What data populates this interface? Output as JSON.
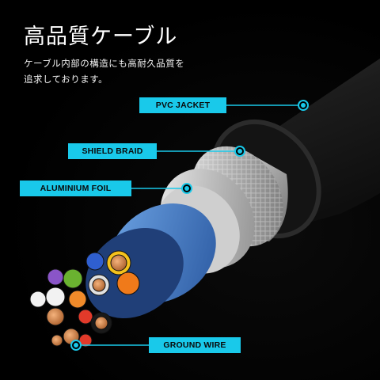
{
  "heading": {
    "title": "高品質ケーブル",
    "description_line1": "ケーブル内部の構造にも高耐久品質を",
    "description_line2": "追求しております。"
  },
  "labels": {
    "pvc_jacket": "PVC JACKET",
    "shield_braid": "SHIELD BRAID",
    "aluminium_foil": "ALUMINIUM FOIL",
    "ground_wire": "GROUND WIRE"
  },
  "colors": {
    "accent": "#19c9ea",
    "background": "#000000",
    "jacket": "#2a2a2a",
    "braid": "#b9b9b9",
    "foil": "#d8d8d8",
    "inner_wrap": "#3f78c8"
  }
}
